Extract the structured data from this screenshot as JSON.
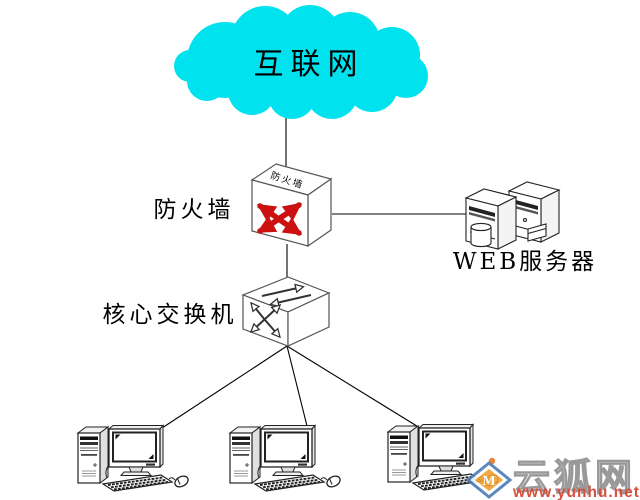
{
  "diagram": {
    "type": "network-topology",
    "nodes": {
      "internet": {
        "label": "互联网",
        "icon": "cloud-shape"
      },
      "firewall": {
        "label": "防火墙",
        "box_text": "防火墙",
        "icon": "box-with-red-cross-arrows"
      },
      "web_server": {
        "label": "WEB服务器",
        "icon": "two-tower-servers"
      },
      "core_switch": {
        "label": "核心交换机",
        "icon": "box-with-hollow-arrows"
      },
      "workstation_1": {
        "label": "",
        "icon": "desktop-computer"
      },
      "workstation_2": {
        "label": "",
        "icon": "desktop-computer"
      },
      "workstation_3": {
        "label": "",
        "icon": "desktop-computer"
      }
    },
    "edges": [
      {
        "from": "internet",
        "to": "firewall"
      },
      {
        "from": "firewall",
        "to": "web_server"
      },
      {
        "from": "firewall",
        "to": "core_switch"
      },
      {
        "from": "core_switch",
        "to": "workstation_1"
      },
      {
        "from": "core_switch",
        "to": "workstation_2"
      },
      {
        "from": "core_switch",
        "to": "workstation_3"
      }
    ],
    "watermark": {
      "site_name": "云狐网",
      "url": "www.yunhu.net",
      "logo_letter": "M",
      "logo_icon": "diamond-m-logo"
    }
  },
  "colors": {
    "cloud": "#00e2ee",
    "line": "#000000",
    "firewall_arrows": "#cc1111",
    "watermark_text": "#8f8f8f",
    "watermark_url": "#d43c2a",
    "logo_blue": "#4a79b8",
    "logo_orange": "#f0a030",
    "logo_flame": "#e87722"
  }
}
